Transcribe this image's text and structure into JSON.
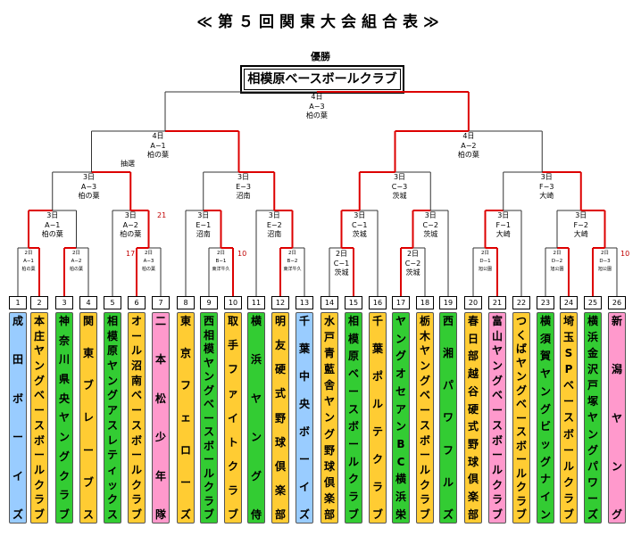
{
  "title": "≪第５回関東大会組合表≫",
  "winner_label": "優勝",
  "champion": "相模原ベースボールクラブ",
  "colors": {
    "red": "#dd0000",
    "blue": "#99ccff",
    "yellow": "#ffcc33",
    "green": "#33cc33",
    "pink": "#ff99cc"
  },
  "games": {
    "final": {
      "day": "4日",
      "code": "A−3",
      "venue": "柏の葉"
    },
    "sfL": {
      "day": "4日",
      "code": "A−1",
      "venue": "柏の葉"
    },
    "sfR": {
      "day": "4日",
      "code": "A−2",
      "venue": "柏の葉"
    },
    "draw": "抽選",
    "qf1": {
      "day": "3日",
      "code": "A−3",
      "venue": "柏の葉"
    },
    "qf2": {
      "day": "3日",
      "code": "E−3",
      "venue": "沼南"
    },
    "qf3": {
      "day": "3日",
      "code": "C−3",
      "venue": "茨城"
    },
    "qf4": {
      "day": "3日",
      "code": "F−3",
      "venue": "大崎"
    },
    "r2_1": {
      "day": "3日",
      "code": "A−1",
      "venue": "柏の葉"
    },
    "r2_2": {
      "day": "3日",
      "code": "A−2",
      "venue": "柏の葉"
    },
    "r2_3": {
      "day": "3日",
      "code": "E−1",
      "venue": "沼南"
    },
    "r2_4": {
      "day": "3日",
      "code": "E−2",
      "venue": "沼南"
    },
    "r2_5": {
      "day": "3日",
      "code": "C−1",
      "venue": "茨城"
    },
    "r2_6": {
      "day": "3日",
      "code": "C−2",
      "venue": "茨城"
    },
    "r2_7": {
      "day": "3日",
      "code": "F−1",
      "venue": "大崎"
    },
    "r2_8": {
      "day": "3日",
      "code": "F−2",
      "venue": "大崎"
    },
    "r1_1": {
      "day": "2日",
      "code": "A−1",
      "venue": "柏の葉"
    },
    "r1_2": {
      "day": "2日",
      "code": "A−2",
      "venue": "柏の葉"
    },
    "r1_3": {
      "day": "2日",
      "code": "A−3",
      "venue": "柏の葉"
    },
    "r1_4": {
      "day": "2日",
      "code": "B−1",
      "venue": "東洋牛久"
    },
    "r1_5": {
      "day": "2日",
      "code": "B−2",
      "venue": "東洋牛久"
    },
    "r1_6": {
      "day": "2日",
      "code": "C−1",
      "venue": "茨城"
    },
    "r1_7": {
      "day": "2日",
      "code": "C−2",
      "venue": "茨城"
    },
    "r1_8": {
      "day": "2日",
      "code": "D−1",
      "venue": "旭公園"
    },
    "r1_9": {
      "day": "2日",
      "code": "D−2",
      "venue": "旭公園"
    },
    "r1_10": {
      "day": "2日",
      "code": "D−3",
      "venue": "旭公園"
    }
  },
  "scores": {
    "s21": "21",
    "s17": "17",
    "s10a": "10",
    "s10b": "10"
  },
  "teams": [
    {
      "num": "1",
      "name": "成田ボーイズ",
      "color": "blue"
    },
    {
      "num": "2",
      "name": "本庄ヤングベースボールクラブ",
      "color": "yellow"
    },
    {
      "num": "3",
      "name": "神奈川県央ヤングクラブ",
      "color": "green"
    },
    {
      "num": "4",
      "name": "関東ブレーブス",
      "color": "yellow"
    },
    {
      "num": "5",
      "name": "相模原ヤングアスレティックス",
      "color": "green"
    },
    {
      "num": "6",
      "name": "オール沼南ベースボールクラブ",
      "color": "yellow"
    },
    {
      "num": "7",
      "name": "二本松少年隊",
      "color": "pink"
    },
    {
      "num": "8",
      "name": "東京フェローズ",
      "color": "yellow"
    },
    {
      "num": "9",
      "name": "西相模ヤングベースボールクラブ",
      "color": "green"
    },
    {
      "num": "10",
      "name": "取手ファイトクラブ",
      "color": "yellow"
    },
    {
      "num": "11",
      "name": "横浜ヤング侍",
      "color": "green"
    },
    {
      "num": "12",
      "name": "明友硬式野球倶楽部",
      "color": "yellow"
    },
    {
      "num": "13",
      "name": "千葉中央ボーイズ",
      "color": "blue"
    },
    {
      "num": "14",
      "name": "水戸青藍舎ヤング野球倶楽部",
      "color": "yellow"
    },
    {
      "num": "15",
      "name": "相模原ベースボールクラブ",
      "color": "green"
    },
    {
      "num": "16",
      "name": "千葉ポルテクラブ",
      "color": "yellow"
    },
    {
      "num": "17",
      "name": "ヤングオセアンBC横浜栄",
      "color": "green"
    },
    {
      "num": "18",
      "name": "栃木ヤングベースボールクラブ",
      "color": "yellow"
    },
    {
      "num": "19",
      "name": "西湘パワフルズ",
      "color": "green"
    },
    {
      "num": "20",
      "name": "春日部越谷硬式野球倶楽部",
      "color": "yellow"
    },
    {
      "num": "21",
      "name": "富山ヤングベースボールクラブ",
      "color": "pink"
    },
    {
      "num": "22",
      "name": "つくばヤングベースボールクラブ",
      "color": "yellow"
    },
    {
      "num": "23",
      "name": "横須賀ヤングビッグナイン",
      "color": "green"
    },
    {
      "num": "24",
      "name": "埼玉SPベースボールクラブ",
      "color": "yellow"
    },
    {
      "num": "25",
      "name": "横浜金沢戸塚ヤングパワーズ",
      "color": "green"
    },
    {
      "num": "26",
      "name": "新潟ヤング",
      "color": "pink"
    }
  ]
}
